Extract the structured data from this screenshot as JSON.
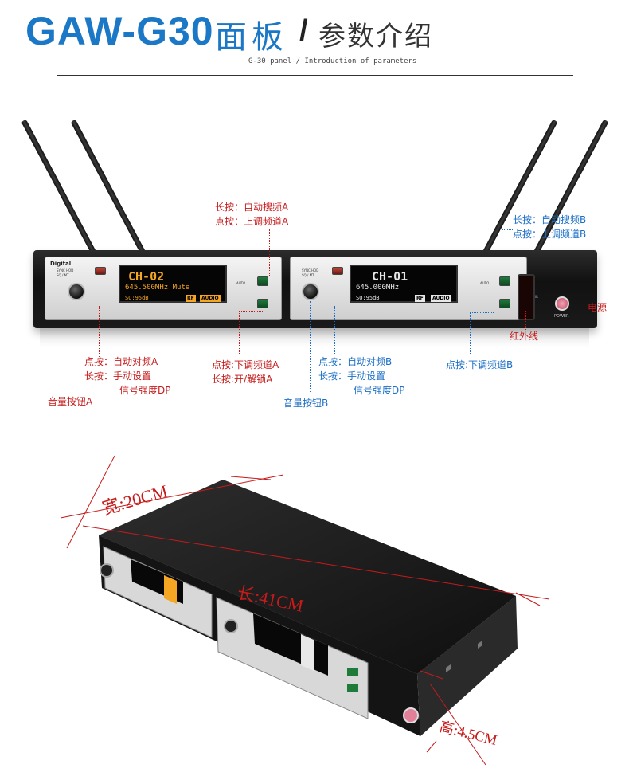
{
  "header": {
    "model": "GAW-G30",
    "model_suffix": "面板",
    "slash": "/",
    "section": "参数介绍",
    "subtitle": "G-30 panel / Introduction of parameters"
  },
  "device_front": {
    "brand": "Digital",
    "panel_a": {
      "channel": "CH-02",
      "frequency": "645.500MHz",
      "mute": "Mute",
      "squelch": "SQ:95dB",
      "tag_rf": "RF",
      "tag_audio": "AUDIO",
      "small_labels": [
        "SYNC HOD",
        "SQ / MT",
        "AUTO"
      ]
    },
    "panel_b": {
      "channel": "CH-01",
      "frequency": "645.000MHz",
      "squelch": "SQ:95dB",
      "tag_rf": "RF",
      "tag_audio": "AUDIO",
      "small_labels": [
        "SYNC HOD",
        "SQ / MT",
        "AUTO"
      ]
    },
    "power_label": "POWER",
    "ir_label": "IR"
  },
  "callouts": {
    "top_a_1": "长按：自动搜频A",
    "top_a_2": "点按：上调频道A",
    "top_b_1": "长按：自动搜频B",
    "top_b_2": "点按：上调频道B",
    "power": "电源",
    "ir": "红外线",
    "left_a_1": "点按：自动对频A",
    "left_a_2": "长按：手动设置",
    "left_a_3": "信号强度DP",
    "volume_a": "音量按钮A",
    "mid_a_1": "点按:下调频道A",
    "mid_a_2": "长按:开/解锁A",
    "left_b_1": "点按：自动对频B",
    "left_b_2": "长按：手动设置",
    "left_b_3": "信号强度DP",
    "volume_b": "音量按钮B",
    "down_b": "点按:下调频道B"
  },
  "dimensions": {
    "width": "宽:20CM",
    "length": "长:41CM",
    "height": "高:4.5CM"
  },
  "colors": {
    "title_blue": "#1b78c6",
    "callout_red": "#c51b1b",
    "callout_blue": "#1b6fc6",
    "screen_orange": "#f5a623",
    "screen_white": "#e8e8e8"
  }
}
